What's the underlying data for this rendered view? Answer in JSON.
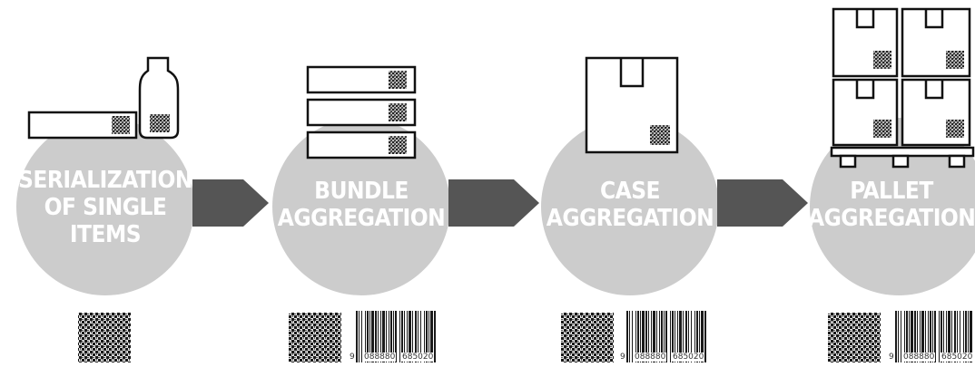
{
  "stages": [
    {
      "id": "serialization",
      "lines": [
        "SERIALIZATION",
        "OF SINGLE",
        "ITEMS"
      ]
    },
    {
      "id": "bundle",
      "lines": [
        "BUNDLE",
        "AGGREGATION"
      ]
    },
    {
      "id": "case",
      "lines": [
        "CASE",
        "AGGREGATION"
      ]
    },
    {
      "id": "pallet",
      "lines": [
        "PALLET",
        "AGGREGATION"
      ]
    }
  ],
  "barcode": {
    "first_digit": "9",
    "left_group": "088880",
    "right_group": "685020"
  },
  "colors": {
    "circle": "#cccccc",
    "arrow": "#555555",
    "outline": "#111111",
    "label_text": "#ffffff"
  }
}
